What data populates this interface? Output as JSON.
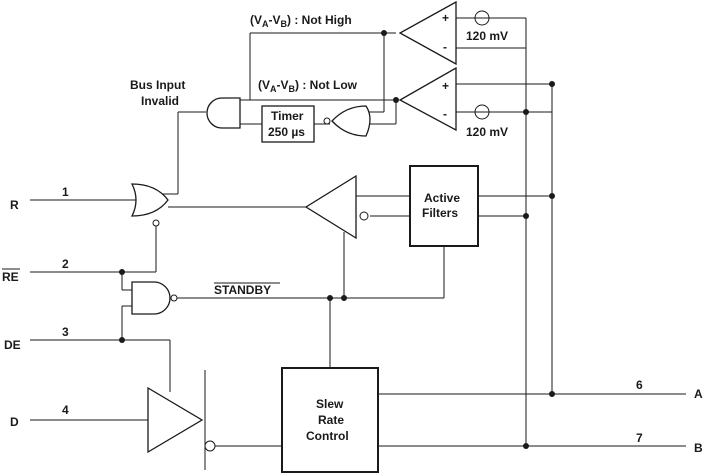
{
  "labels": {
    "not_high_prefix": "(V",
    "not_high_sub_a": "A",
    "not_high_dash": "-V",
    "not_high_sub_b": "B",
    "not_high_suffix": ") : Not High",
    "not_low_prefix": "(V",
    "not_low_sub_a": "A",
    "not_low_dash": "-V",
    "not_low_sub_b": "B",
    "not_low_suffix": ") : Not Low",
    "bus_input_line1": "Bus Input",
    "bus_input_line2": "Invalid",
    "timer_line1": "Timer",
    "timer_line2": "250 µs",
    "offset_top": "120 mV",
    "offset_bottom": "120 mV",
    "comp_top_plus": "+",
    "comp_top_minus": "-",
    "comp_bot_plus": "+",
    "comp_bot_minus": "-",
    "active_filters_line1": "Active",
    "active_filters_line2": "Filters",
    "standby": "STANDBY",
    "slew_line1": "Slew",
    "slew_line2": "Rate",
    "slew_line3": "Control"
  },
  "pins": [
    {
      "name": "R",
      "number": "1"
    },
    {
      "name": "RE",
      "number": "2"
    },
    {
      "name": "DE",
      "number": "3"
    },
    {
      "name": "D",
      "number": "4"
    },
    {
      "name": "A",
      "number": "6"
    },
    {
      "name": "B",
      "number": "7"
    }
  ]
}
